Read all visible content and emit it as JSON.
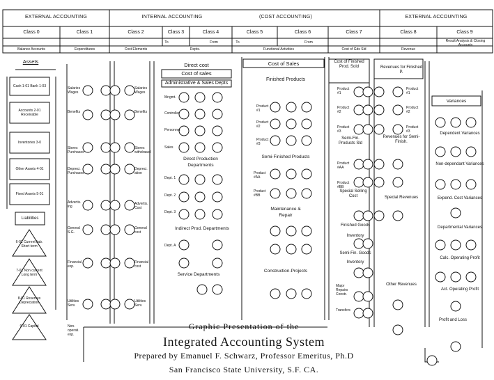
{
  "header": {
    "external_left": "EXTERNAL ACCOUNTING",
    "internal": "INTERNAL ACCOUNTING",
    "cost_accounting": "(COST ACCOUNTING)",
    "external_right": "EXTERNAL ACCOUNTING"
  },
  "classes": [
    "Class 0",
    "Class 1",
    "Class 2",
    "Class 3",
    "Class 4",
    "Class 5",
    "Class 6",
    "Class 7",
    "Class 8",
    "Class 9"
  ],
  "subheaders": {
    "balance": "Balance Accounts",
    "expenditures": "Expenditures",
    "cost_elements": "Cost Elements",
    "to1": "To",
    "depts": "Depts.",
    "from1": "From",
    "to2": "To",
    "functional": "Functional Activities",
    "from2": "From",
    "cogs": "Cost of Gds Sld",
    "revenue": "Revenue",
    "result": "Result Analysis & Closing Accounts"
  },
  "assets": {
    "title": "Assets",
    "cash": "Cash 1-01 Bank 1-03",
    "receivable": "Accounts 2-01 Receivable",
    "inventories": "Inventories 3-0",
    "other": "Other Assets 4-01",
    "fixed": "Fixed Assets 5-01"
  },
  "liabilities": {
    "title": "Liabilities",
    "current": "6-01 Current liab. Short term",
    "noncurrent": "7-01 Non current Long term",
    "reserves": "8-01 Reserves Depreciation",
    "capital": "9-01 Capital"
  },
  "class1_labels": [
    "Salaries Wages",
    "Benefits",
    "Stores Purchases",
    "Depreci. Purchases",
    "Advertis. ing",
    "General S.G.",
    "Financial exp.",
    "Utilities Serv.",
    "Non-operati. exp."
  ],
  "class2_labels": [
    "Salaries Wages",
    "Benefits",
    "Stores withdrawal",
    "Depreci. ation",
    "Advertis. Cost",
    "General cost",
    "Financial cost",
    "Utilities Serv."
  ],
  "direct_cost": {
    "title": "Direct cost",
    "cost_of_sales": "Cost of sales",
    "admin": "Administrative & Sales Depts"
  },
  "dept_labels": [
    "Mngmt.",
    "Controller",
    "Personnel",
    "Sales"
  ],
  "direct_prod": "Direct Production Departments",
  "prod_dept_labels": [
    "Dept. 1",
    "Dept. 2",
    "Dept. 3"
  ],
  "indirect_prod": "Indirect Prod. Departments",
  "indirect_labels": [
    "Dept. A"
  ],
  "service_depts": "Service Departments",
  "cost_of_sales": "Cost of Sales",
  "finished_products": "Finished Products",
  "semi_finished": "Semi-Finished Products",
  "maintenance": "Maintenance & Repair",
  "construction": "Construction-Projects",
  "class7": {
    "cost_finished": "Cost of Finished Prod. Sold",
    "semi_fin_sold": "Semi-Fin. Products Sld",
    "special_selling": "Special Selling Cost",
    "finished_goods": "Finished Goods",
    "inventory": "Inventory",
    "semi_fin_goods": "Semi-Fin. Goods",
    "inventory2": "Inventory",
    "major_repairs": "Major Repairs Constr.",
    "transfers": "Transfers"
  },
  "class8": {
    "rev_finished": "Revenues for Finished P.",
    "rev_semi": "Revenues for Semi-Finish.",
    "special_revenues": "Special Revenues",
    "other_revenues": "Other Revenues"
  },
  "class9": {
    "variances": "Variances",
    "dependent": "Dependent Variances",
    "nondependent": "Non-dependant Variances",
    "expend_cost": "Expend. Cost Variances",
    "department": "Departmental Variances",
    "calc_profit": "Calc. Operating Profit",
    "act_profit": "Act. Operating Profit",
    "profit_loss": "Profit and Loss"
  },
  "product_labels": [
    "Product #1",
    "Product #2",
    "Product #3",
    "Product #AA",
    "Product #BB"
  ],
  "title": {
    "line1": "Graphic Presentation of the",
    "line2": "Integrated Accounting System",
    "line3": "Prepared by Emanuel F. Schwarz, Professor Emeritus, Ph.D",
    "line4": "San Francisco State University, S.F. CA."
  }
}
